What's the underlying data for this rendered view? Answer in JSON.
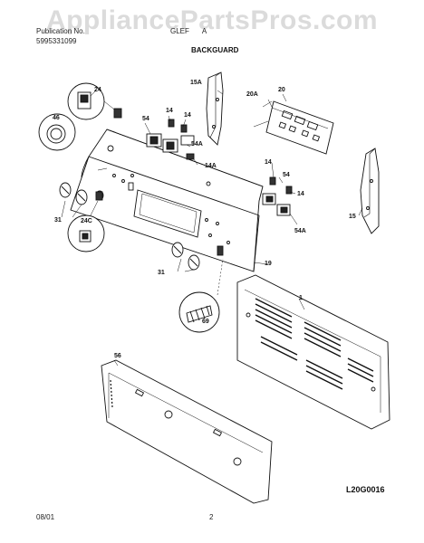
{
  "watermark": "AppliancePartsPros.com",
  "header": {
    "pub_line1": "Publication No.",
    "pub_line2": "5995331099",
    "model": "GLEF",
    "model_suffix": "A",
    "section_title": "BACKGUARD"
  },
  "footer": {
    "date": "08/01",
    "page": "2",
    "drawing_code": "L20G0016"
  },
  "callouts": {
    "c24": "24",
    "c46": "46",
    "c54a": "54",
    "c14a": "14",
    "c14b": "14",
    "c15a": "15A",
    "c20a": "20A",
    "c20": "20",
    "c54aA": "54A",
    "c14A": "14A",
    "c14c": "14",
    "c54b": "54",
    "c14d": "14",
    "c54aB": "54A",
    "c15": "15",
    "c31a": "31",
    "c24c": "24C",
    "c31b": "31",
    "c19": "19",
    "c1": "1",
    "c69": "69",
    "c56": "56"
  }
}
